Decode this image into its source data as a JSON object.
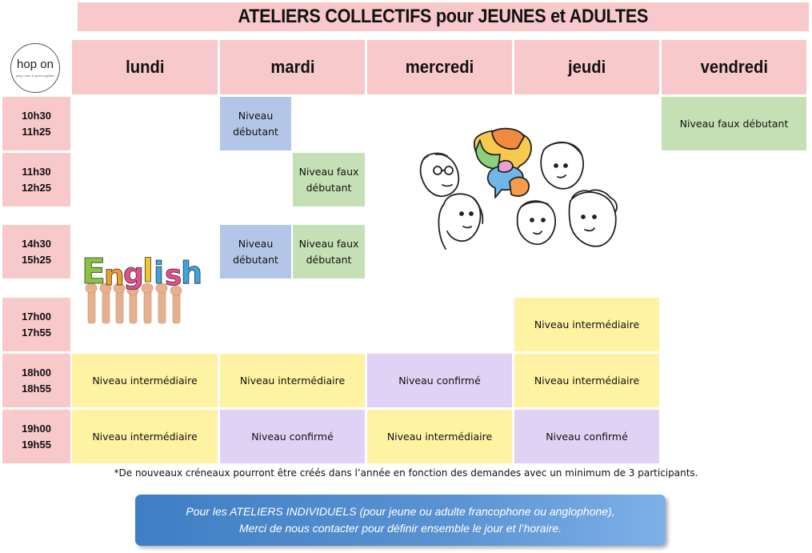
{
  "title": "ATELIERS COLLECTIFS pour JEUNES et ADULTES",
  "logo": {
    "text": "hop on",
    "tagline": "play, more & grow together"
  },
  "days": [
    "lundi",
    "mardi",
    "mercredi",
    "jeudi",
    "vendredi"
  ],
  "times": [
    {
      "start": "10h30",
      "end": "11h25"
    },
    {
      "start": "11h30",
      "end": "12h25"
    },
    {
      "start": "14h30",
      "end": "15h25"
    },
    {
      "start": "17h00",
      "end": "17h55"
    },
    {
      "start": "18h00",
      "end": "18h55"
    },
    {
      "start": "19h00",
      "end": "19h55"
    }
  ],
  "sessions": {
    "mardi_1030": "Niveau débutant",
    "vendredi_1030": "Niveau faux débutant",
    "mardi_1130": "Niveau faux débutant",
    "mardi_1430_a": "Niveau débutant",
    "mardi_1430_b": "Niveau faux débutant",
    "jeudi_1700": "Niveau intermédiaire",
    "lundi_1800": "Niveau intermédiaire",
    "mardi_1800": "Niveau intermédiaire",
    "mercredi_1800": "Niveau confirmé",
    "jeudi_1800": "Niveau intermédiaire",
    "lundi_1900": "Niveau intermédiaire",
    "mardi_1900": "Niveau confirmé",
    "mercredi_1900": "Niveau intermédiaire",
    "jeudi_1900": "Niveau confirmé"
  },
  "english_image": {
    "letters": [
      "E",
      "n",
      "g",
      "l",
      "i",
      "s",
      "h"
    ]
  },
  "footnote": "*De nouveaux créneaux pourront être créés dans l’année en fonction des demandes avec un minimum de 3 participants.",
  "banner": {
    "line1": "Pour les ATELIERS INDIVIDUELS (pour jeune ou adulte francophone ou anglophone),",
    "line2": "Merci de nous contacter pour définir ensemble le jour et l’horaire."
  },
  "colors": {
    "pink": "#f8c9cb",
    "blue": "#b4c6e7",
    "green": "#c5e0b4",
    "yellow": "#fff2a3",
    "purple": "#e0d2f4",
    "banner": "#4a88cc"
  }
}
